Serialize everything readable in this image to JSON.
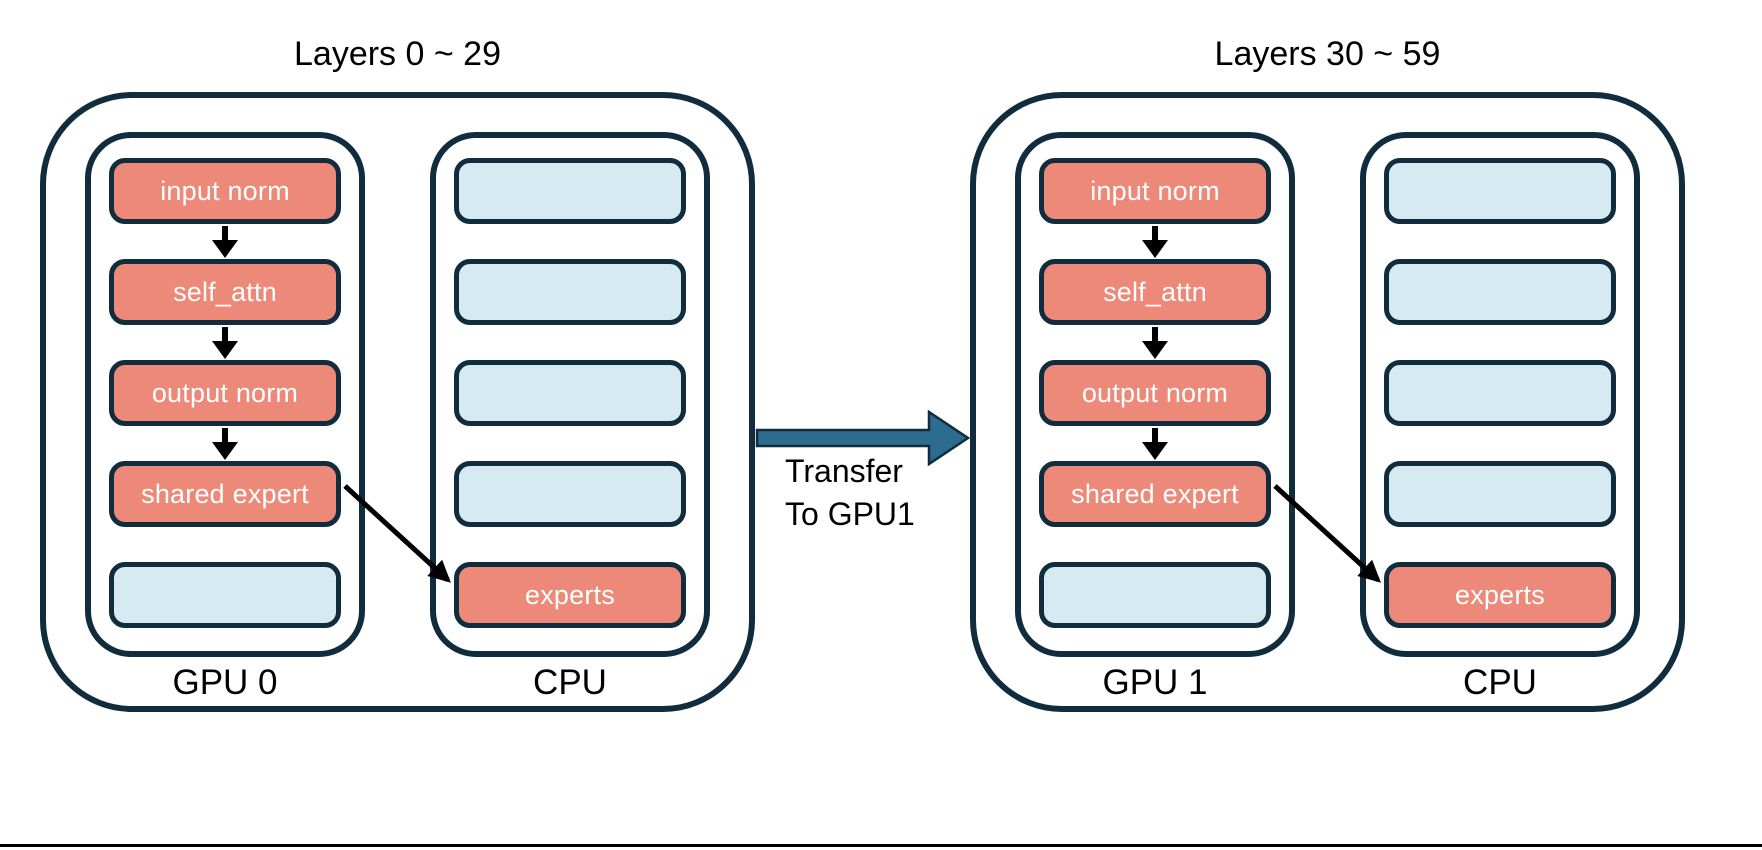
{
  "groups": [
    {
      "title": "Layers 0 ~ 29",
      "gpu": {
        "label": "GPU 0",
        "boxes": [
          {
            "label": "input norm",
            "type": "module"
          },
          {
            "label": "self_attn",
            "type": "module"
          },
          {
            "label": "output norm",
            "type": "module"
          },
          {
            "label": "shared expert",
            "type": "module"
          },
          {
            "label": "",
            "type": "empty-slot"
          }
        ]
      },
      "cpu": {
        "label": "CPU",
        "boxes": [
          {
            "label": "",
            "type": "empty-slot"
          },
          {
            "label": "",
            "type": "empty-slot"
          },
          {
            "label": "",
            "type": "empty-slot"
          },
          {
            "label": "",
            "type": "empty-slot"
          },
          {
            "label": "experts",
            "type": "module"
          }
        ]
      }
    },
    {
      "title": "Layers 30 ~ 59",
      "gpu": {
        "label": "GPU 1",
        "boxes": [
          {
            "label": "input norm",
            "type": "module"
          },
          {
            "label": "self_attn",
            "type": "module"
          },
          {
            "label": "output norm",
            "type": "module"
          },
          {
            "label": "shared expert",
            "type": "module"
          },
          {
            "label": "",
            "type": "empty-slot"
          }
        ]
      },
      "cpu": {
        "label": "CPU",
        "boxes": [
          {
            "label": "",
            "type": "empty-slot"
          },
          {
            "label": "",
            "type": "empty-slot"
          },
          {
            "label": "",
            "type": "empty-slot"
          },
          {
            "label": "",
            "type": "empty-slot"
          },
          {
            "label": "experts",
            "type": "module"
          }
        ]
      }
    }
  ],
  "transfer": {
    "line1": "Transfer",
    "line2": "To GPU1"
  },
  "arrows": {
    "gpu_flow": "down-arrow",
    "offload": "diagonal-arrow-shared-expert-to-experts",
    "transfer": "right-arrow"
  },
  "colors": {
    "module_fill": "#EC8979",
    "empty_fill": "#D6EAF1",
    "outline": "#112C3C",
    "transfer_arrow_fill": "#2B6C8F",
    "flow_arrow": "#000000",
    "text_on_module": "#FFFFFF",
    "label_text": "#000000"
  }
}
